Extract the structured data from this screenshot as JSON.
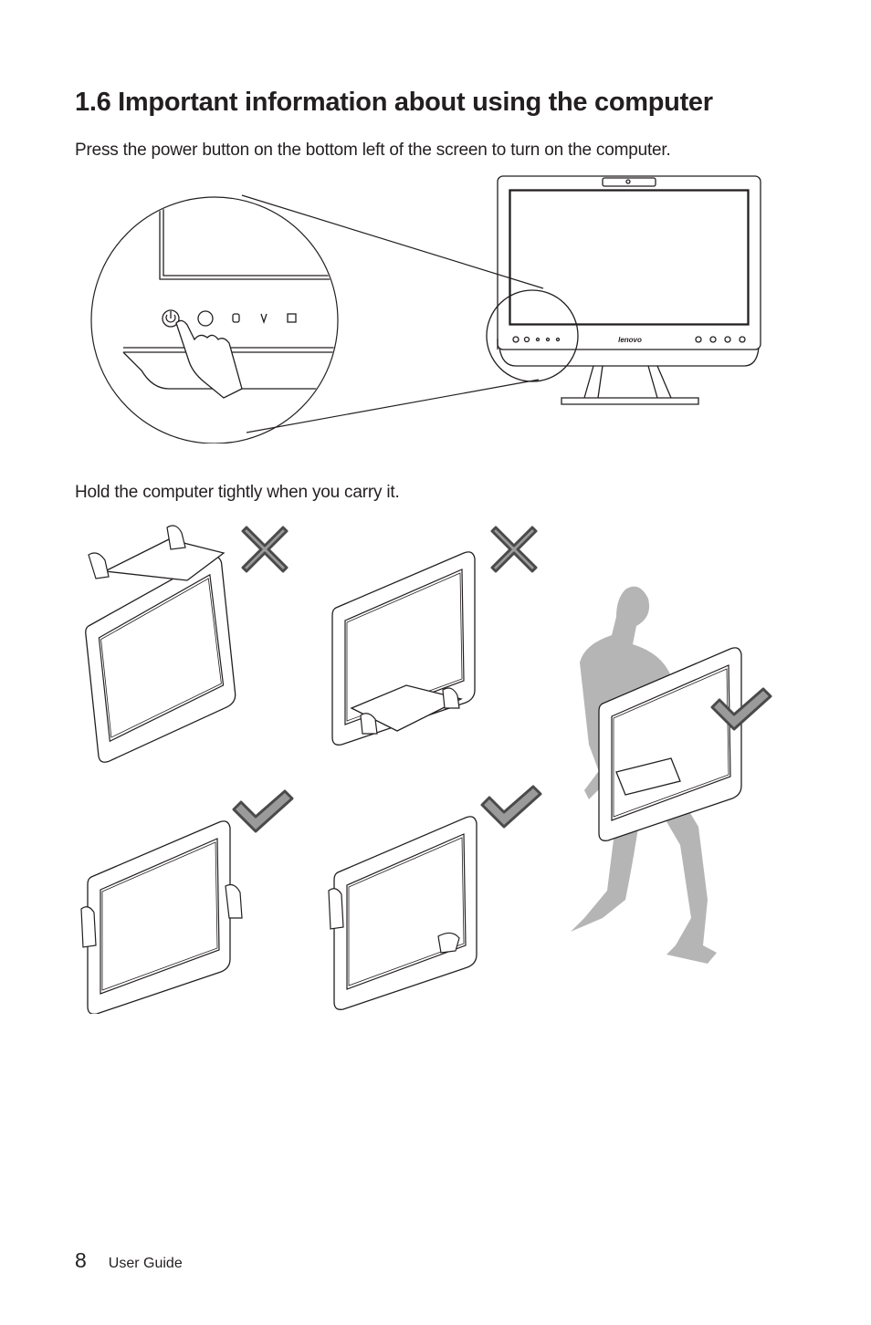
{
  "heading": "1.6 Important information about using the computer",
  "intro": "Press the power button on the bottom left of the screen to turn on the computer.",
  "carry_instruction": "Hold the computer tightly when you carry it.",
  "brand_logo_text": "lenovo",
  "icons": {
    "power": "power-icon",
    "wrong": "x-mark-icon",
    "right": "check-mark-icon"
  },
  "colors": {
    "mark_fill": "#9a9a9a",
    "mark_outline": "#4a4a4a",
    "silhouette": "#b5b5b5",
    "line": "#231f20"
  },
  "footer": {
    "page_number": "8",
    "doc_name": "User Guide"
  }
}
